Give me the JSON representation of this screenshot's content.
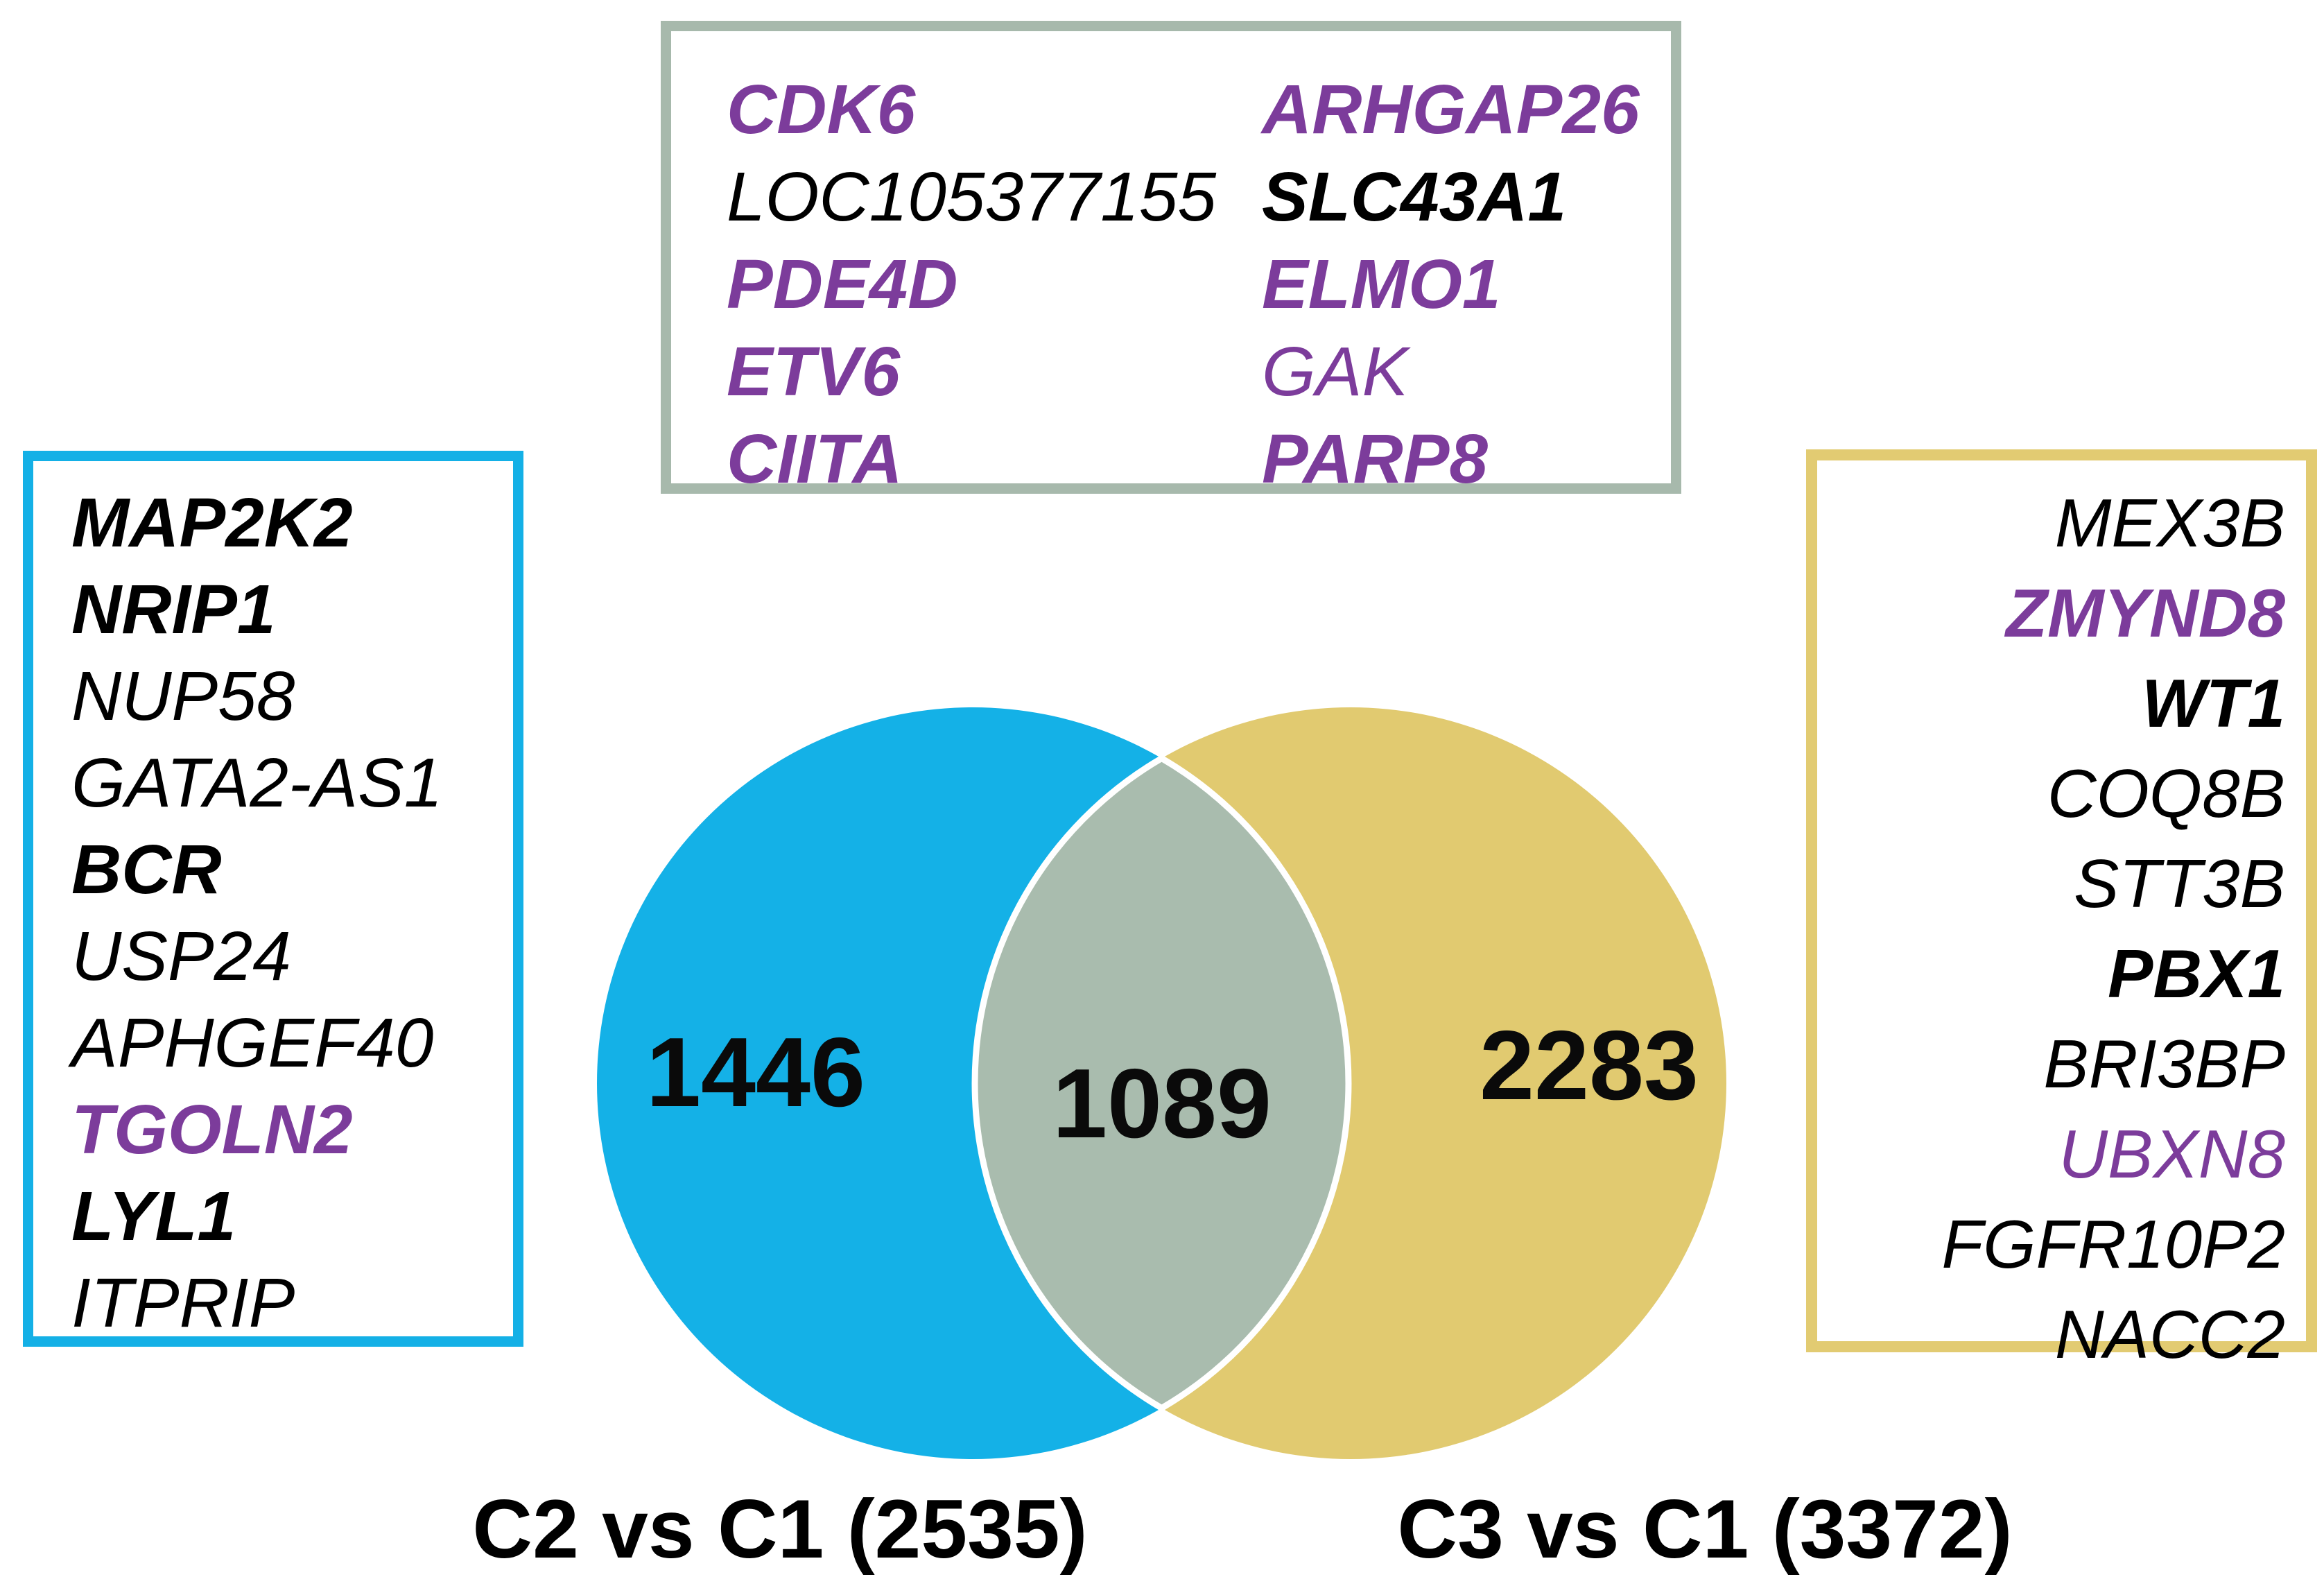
{
  "venn": {
    "left_count": "1446",
    "overlap_count": "1089",
    "right_count": "2283",
    "left_label": "C2 vs C1 (2535)",
    "right_label": "C3 vs C1 (3372)",
    "colors": {
      "left_circle": "#14b1e7",
      "right_circle": "#e1ca70",
      "overlap": "#a9bcae",
      "overlap_outline": "#ffffff",
      "left_box_border": "#14b0e6",
      "right_box_border": "#e2cb72",
      "top_box_border": "#a7b9ac",
      "highlight_text": "#7c3c9b",
      "count_text": "#000000"
    }
  },
  "boxes": {
    "top": {
      "column_left": [
        {
          "label": "CDK6",
          "highlight": true,
          "bold": true
        },
        {
          "label": "LOC105377155",
          "highlight": false,
          "bold": false
        },
        {
          "label": "PDE4D",
          "highlight": true,
          "bold": true
        },
        {
          "label": "ETV6",
          "highlight": true,
          "bold": true
        },
        {
          "label": "CIITA",
          "highlight": true,
          "bold": true
        }
      ],
      "column_right": [
        {
          "label": "ARHGAP26",
          "highlight": true,
          "bold": true
        },
        {
          "label": "SLC43A1",
          "highlight": false,
          "bold": true
        },
        {
          "label": "ELMO1",
          "highlight": true,
          "bold": true
        },
        {
          "label": "GAK",
          "highlight": true,
          "bold": false
        },
        {
          "label": "PARP8",
          "highlight": true,
          "bold": true
        }
      ]
    },
    "left": {
      "genes": [
        {
          "label": "MAP2K2",
          "highlight": false,
          "bold": true
        },
        {
          "label": "NRIP1",
          "highlight": false,
          "bold": true
        },
        {
          "label": "NUP58",
          "highlight": false,
          "bold": false
        },
        {
          "label": "GATA2-AS1",
          "highlight": false,
          "bold": false
        },
        {
          "label": "BCR",
          "highlight": false,
          "bold": true
        },
        {
          "label": "USP24",
          "highlight": false,
          "bold": false
        },
        {
          "label": "APHGEF40",
          "highlight": false,
          "bold": false
        },
        {
          "label": "TGOLN2",
          "highlight": true,
          "bold": true
        },
        {
          "label": "LYL1",
          "highlight": false,
          "bold": true
        },
        {
          "label": "ITPRIP",
          "highlight": false,
          "bold": false
        }
      ]
    },
    "right": {
      "genes": [
        {
          "label": "MEX3B",
          "highlight": false,
          "bold": false
        },
        {
          "label": "ZMYND8",
          "highlight": true,
          "bold": true
        },
        {
          "label": "WT1",
          "highlight": false,
          "bold": true
        },
        {
          "label": "COQ8B",
          "highlight": false,
          "bold": false
        },
        {
          "label": "STT3B",
          "highlight": false,
          "bold": false
        },
        {
          "label": "PBX1",
          "highlight": false,
          "bold": true
        },
        {
          "label": "BRI3BP",
          "highlight": false,
          "bold": false
        },
        {
          "label": "UBXN8",
          "highlight": true,
          "bold": false
        },
        {
          "label": "FGFR10P2",
          "highlight": false,
          "bold": false
        },
        {
          "label": "NACC2",
          "highlight": false,
          "bold": false
        }
      ]
    }
  }
}
